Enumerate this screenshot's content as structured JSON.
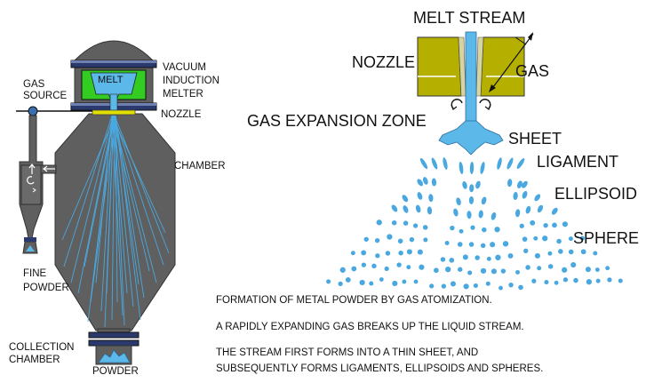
{
  "left_diagram": {
    "melt": "MELT",
    "vacuum_induction_melter": [
      "VACUUM",
      "INDUCTION",
      "MELTER"
    ],
    "gas_source": [
      "GAS",
      "SOURCE"
    ],
    "nozzle": "NOZZLE",
    "chamber": "CHAMBER",
    "fine_powder": [
      "FINE",
      "POWDER"
    ],
    "collection_chamber": [
      "COLLECTION",
      "CHAMBER"
    ],
    "powder": "POWDER"
  },
  "right_diagram": {
    "melt_stream": "MELT STREAM",
    "nozzle": "NOZZLE",
    "gas": "GAS",
    "gas_expansion_zone": "GAS EXPANSION ZONE",
    "sheet": "SHEET",
    "ligament": "LIGAMENT",
    "ellipsoid": "ELLIPSOID",
    "sphere": "SPHERE"
  },
  "caption": {
    "line1": "FORMATION OF METAL POWDER BY GAS ATOMIZATION.",
    "line2": "A RAPIDLY EXPANDING GAS BREAKS UP THE LIQUID STREAM.",
    "line3": "THE STREAM FIRST FORMS INTO A THIN SHEET, AND",
    "line4": "SUBSEQUENTLY FORMS LIGAMENTS, ELLIPSOIDS AND SPHERES."
  },
  "colors": {
    "chamber_gray": "#5f5f5f",
    "melter_green": "#33cc22",
    "melt_blue": "#5bb8e8",
    "spray_blue": "#4aa8e0",
    "nozzle_olive": "#b5b000",
    "plate_navy": "#2b3a6e",
    "nozzle_yellow": "#e0e000",
    "pipe_blue": "#3a6fb0"
  }
}
